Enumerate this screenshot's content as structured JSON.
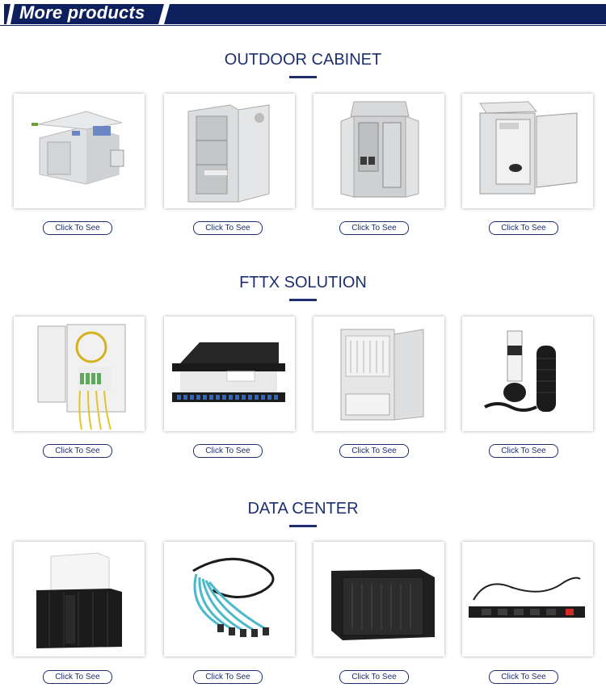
{
  "header": {
    "title": "More products"
  },
  "sections": [
    {
      "title": "OUTDOOR CABINET",
      "products": [
        {
          "button": "Click To See",
          "image": "outdoor-shelter-image"
        },
        {
          "button": "Click To See",
          "image": "outdoor-cabinet-open-door-image"
        },
        {
          "button": "Click To See",
          "image": "double-door-cabinet-image"
        },
        {
          "button": "Click To See",
          "image": "wall-cabinet-image"
        }
      ]
    },
    {
      "title": "FTTX SOLUTION",
      "products": [
        {
          "button": "Click To See",
          "image": "fiber-distribution-box-image"
        },
        {
          "button": "Click To See",
          "image": "rack-patch-panel-image"
        },
        {
          "button": "Click To See",
          "image": "fiber-cross-connect-cabinet-image"
        },
        {
          "button": "Click To See",
          "image": "splice-closure-image"
        }
      ]
    },
    {
      "title": "DATA CENTER",
      "products": [
        {
          "button": "Click To See",
          "image": "modular-data-center-image"
        },
        {
          "button": "Click To See",
          "image": "mpo-fiber-cable-image"
        },
        {
          "button": "Click To See",
          "image": "wall-mount-network-cabinet-image"
        },
        {
          "button": "Click To See",
          "image": "pdu-power-strip-image"
        }
      ]
    }
  ],
  "colors": {
    "brand_navy": "#1d2f6e",
    "header_bg": "#0d1f5c",
    "card_bg": "#ffffff"
  }
}
